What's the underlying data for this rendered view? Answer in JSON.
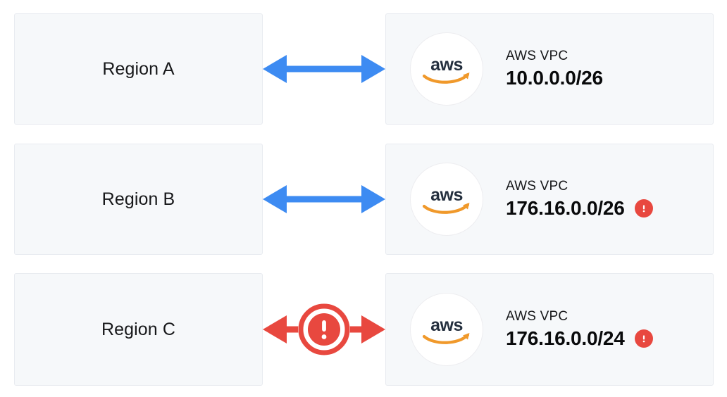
{
  "colors": {
    "background": "#ffffff",
    "panel_fill": "#f6f8fa",
    "panel_border": "#e8ebf0",
    "arrow_ok": "#3d8bf2",
    "arrow_error": "#e8483f",
    "alert_red": "#e8483f",
    "aws_wordmark": "#242f3e",
    "aws_swoosh": "#f0992b",
    "text_primary": "#17181a"
  },
  "rows": [
    {
      "region_label": "Region A",
      "connector": {
        "icon": "double-arrow-icon",
        "state": "ok",
        "color": "#3d8bf2",
        "has_error_badge": false
      },
      "vpc": {
        "logo": "aws-logo-icon",
        "logo_text": "aws",
        "title": "AWS VPC",
        "cidr": "10.0.0.0/26",
        "has_alert": false,
        "alert_icon": "alert-circle-icon"
      }
    },
    {
      "region_label": "Region B",
      "connector": {
        "icon": "double-arrow-icon",
        "state": "ok",
        "color": "#3d8bf2",
        "has_error_badge": false
      },
      "vpc": {
        "logo": "aws-logo-icon",
        "logo_text": "aws",
        "title": "AWS VPC",
        "cidr": "176.16.0.0/26",
        "has_alert": true,
        "alert_icon": "alert-circle-icon"
      }
    },
    {
      "region_label": "Region C",
      "connector": {
        "icon": "double-arrow-blocked-icon",
        "state": "error",
        "color": "#e8483f",
        "has_error_badge": true,
        "badge_icon": "error-exclamation-icon"
      },
      "vpc": {
        "logo": "aws-logo-icon",
        "logo_text": "aws",
        "title": "AWS VPC",
        "cidr": "176.16.0.0/24",
        "has_alert": true,
        "alert_icon": "alert-circle-icon"
      }
    }
  ]
}
